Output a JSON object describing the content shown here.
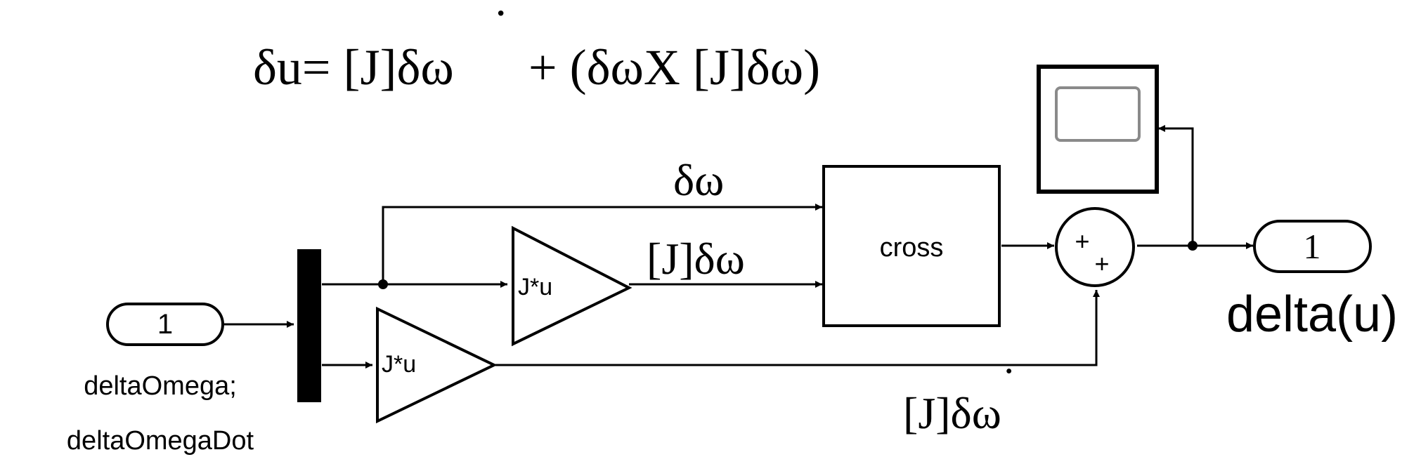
{
  "equation": {
    "lhs": "δu= [J]δω",
    "dot": "·",
    "rhs": "+ (δωX [J]δω)"
  },
  "signals": {
    "delta_omega": "δω",
    "j_delta_omega": "[J]δω",
    "j_delta_omega_dot_base": "[J]δω",
    "dot": "·"
  },
  "blocks": {
    "inport": {
      "number": "1",
      "name_line1": "deltaOmega;",
      "name_line2": "deltaOmegaDot"
    },
    "gain_top": {
      "label": "J*u"
    },
    "gain_bottom": {
      "label": "J*u"
    },
    "cross": {
      "label": "cross"
    },
    "sum": {
      "sign_top": "+",
      "sign_bottom": "+"
    },
    "outport": {
      "number": "1",
      "name": "delta(u)"
    },
    "scope": {}
  }
}
